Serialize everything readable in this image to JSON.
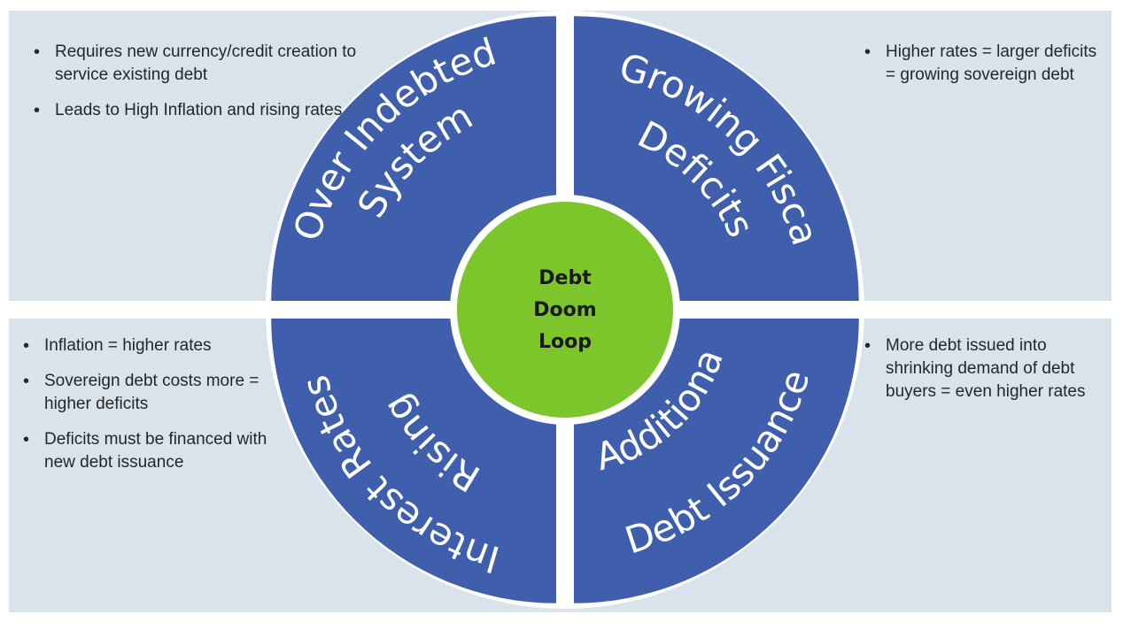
{
  "colors": {
    "panel_background": "#d8e3ec",
    "quadrant_fill": "#3f5fad",
    "center_fill": "#7cc62c",
    "ring": "#ffffff"
  },
  "center": {
    "lines": [
      "Debt",
      "Doom",
      "Loop"
    ]
  },
  "quadrants": [
    {
      "position": "top-left",
      "lines": [
        "Over Indebted",
        "System"
      ]
    },
    {
      "position": "top-right",
      "lines": [
        "Growing Fiscal",
        "Deficits"
      ]
    },
    {
      "position": "bottom-left",
      "lines": [
        "Rising",
        "Interest Rates"
      ]
    },
    {
      "position": "bottom-right",
      "lines": [
        "Additional",
        "Debt Issuance"
      ]
    }
  ],
  "bullets": {
    "top_left": [
      "Requires new currency/credit creation to service existing debt",
      "Leads to High Inflation and rising rates"
    ],
    "top_right": [
      "Higher rates = larger deficits = growing sovereign debt"
    ],
    "bottom_left": [
      "Inflation = higher rates",
      "Sovereign debt costs more = higher deficits",
      "Deficits must be financed with new debt issuance"
    ],
    "bottom_right": [
      "More debt issued into shrinking demand of debt buyers = even higher  rates"
    ]
  }
}
